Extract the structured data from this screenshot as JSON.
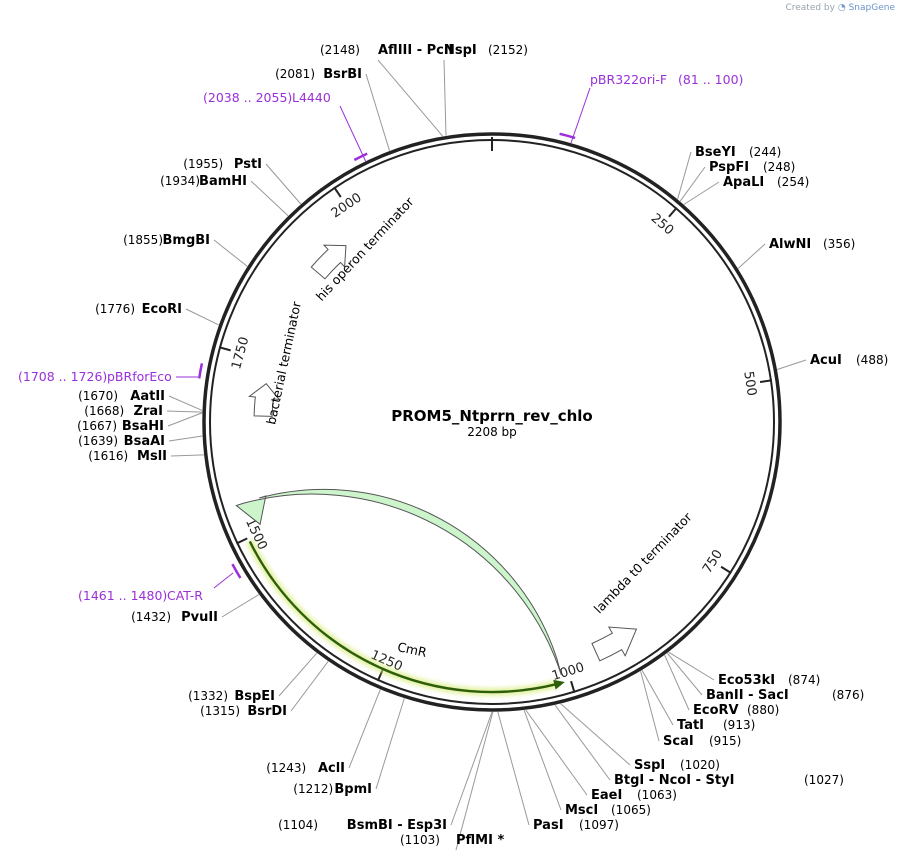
{
  "brand": {
    "prefix": "Created by",
    "name": "SnapGene"
  },
  "plasmid": {
    "name": "PROM5_Ntprrn_rev_chlo",
    "length_text": "2208 bp"
  },
  "chart_data": {
    "type": "plasmid_map",
    "length": 2208,
    "ticks": [
      "250",
      "500",
      "750",
      "1000",
      "1250",
      "1500",
      "1750",
      "2000"
    ],
    "sites": [
      {
        "name": "NspI",
        "pos": "(2152)",
        "cut": 2152
      },
      {
        "name": "AflIII  -  PciI",
        "pos": "(2148)",
        "cut": 2148
      },
      {
        "name": "BsrBI",
        "pos": "(2081)",
        "cut": 2081
      },
      {
        "name": "PstI",
        "pos": "(1955)",
        "cut": 1955
      },
      {
        "name": "BamHI",
        "pos": "(1934)",
        "cut": 1934
      },
      {
        "name": "BmgBI",
        "pos": "(1855)",
        "cut": 1855
      },
      {
        "name": "EcoRI",
        "pos": "(1776)",
        "cut": 1776
      },
      {
        "name": "AatII",
        "pos": "(1670)",
        "cut": 1670
      },
      {
        "name": "ZraI",
        "pos": "(1668)",
        "cut": 1668
      },
      {
        "name": "BsaHI",
        "pos": "(1667)",
        "cut": 1667
      },
      {
        "name": "BsaAI",
        "pos": "(1639)",
        "cut": 1639
      },
      {
        "name": "MslI",
        "pos": "(1616)",
        "cut": 1616
      },
      {
        "name": "PvuII",
        "pos": "(1432)",
        "cut": 1432
      },
      {
        "name": "BspEI",
        "pos": "(1332)",
        "cut": 1332
      },
      {
        "name": "BsrDI",
        "pos": "(1315)",
        "cut": 1315
      },
      {
        "name": "AclI",
        "pos": "(1243)",
        "cut": 1243
      },
      {
        "name": "BpmI",
        "pos": "(1212)",
        "cut": 1212
      },
      {
        "name": "BsmBI  -  Esp3I",
        "pos": "(1104)",
        "cut": 1104
      },
      {
        "name": "PflMI *",
        "pos": "(1103)",
        "cut": 1103
      },
      {
        "name": "PasI",
        "pos": "(1097)",
        "cut": 1097
      },
      {
        "name": "MscI",
        "pos": "(1065)",
        "cut": 1065
      },
      {
        "name": "EaeI",
        "pos": "(1063)",
        "cut": 1063
      },
      {
        "name": "BtgI  -  NcoI  -  StyI",
        "pos": "(1027)",
        "cut": 1027
      },
      {
        "name": "SspI",
        "pos": "(1020)",
        "cut": 1020
      },
      {
        "name": "ScaI",
        "pos": "(915)",
        "cut": 915
      },
      {
        "name": "TatI",
        "pos": "(913)",
        "cut": 913
      },
      {
        "name": "EcoRV",
        "pos": "(880)",
        "cut": 880
      },
      {
        "name": "BanII  -  SacI",
        "pos": "(876)",
        "cut": 876
      },
      {
        "name": "Eco53kI",
        "pos": "(874)",
        "cut": 874
      },
      {
        "name": "AcuI",
        "pos": "(488)",
        "cut": 488
      },
      {
        "name": "AlwNI",
        "pos": "(356)",
        "cut": 356
      },
      {
        "name": "ApaLI",
        "pos": "(254)",
        "cut": 254
      },
      {
        "name": "PspFI",
        "pos": "(248)",
        "cut": 248
      },
      {
        "name": "BseYI",
        "pos": "(244)",
        "cut": 244
      }
    ],
    "primers": [
      {
        "name": "pBR322ori-F",
        "range": "(81 .. 100)",
        "start": 81,
        "end": 100
      },
      {
        "name": "L4440",
        "range": "(2038 .. 2055)",
        "start": 2038,
        "end": 2055
      },
      {
        "name": "pBRforEco",
        "range": "(1708 .. 1726)",
        "start": 1708,
        "end": 1726
      },
      {
        "name": "CAT-R",
        "range": "(1461 .. 1480)",
        "start": 1461,
        "end": 1480
      }
    ],
    "features": [
      {
        "name": "CmR",
        "color": "#ccf5cc",
        "stroke": "#555555"
      },
      {
        "name": "lambda t0 terminator",
        "color": "#ffffff",
        "stroke": "#555555"
      },
      {
        "name": "bacterial terminator",
        "color": "#ffffff",
        "stroke": "#555555"
      },
      {
        "name": "his operon terminator",
        "color": "#ffffff",
        "stroke": "#555555"
      }
    ],
    "orf_color": "#2e5e0a",
    "primer_color": "#9b30d9"
  }
}
